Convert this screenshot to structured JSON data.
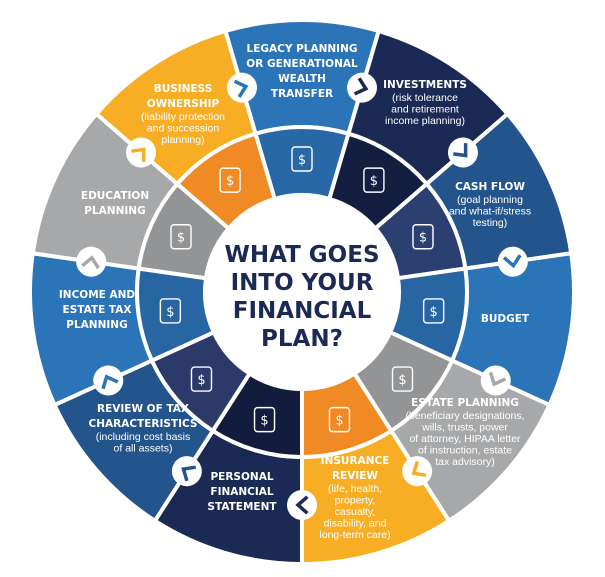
{
  "center_title": [
    "WHAT GOES",
    "INTO YOUR",
    "FINANCIAL",
    "PLAN?"
  ],
  "colors": {
    "blue": "#2b74b8",
    "navy": "#1b2a55",
    "mid_blue": "#24548c",
    "gray": "#a7a8aa",
    "yellow": "#f7ae24",
    "orange": "#f08a24",
    "center_text": "#1b2a55"
  },
  "segments": [
    {
      "id": "legacy",
      "title": [
        "LEGACY PLANNING",
        "OR GENERATIONAL",
        "WEALTH",
        "TRANSFER"
      ],
      "sub": [],
      "color": "#2b74b8",
      "inner": "#2868a6",
      "icon": "family-icon"
    },
    {
      "id": "investments",
      "title": [
        "INVESTMENTS"
      ],
      "sub": [
        "(risk tolerance",
        "and retirement",
        "income planning)"
      ],
      "color": "#1b2a55",
      "inner": "#141e40",
      "icon": "hand-dollar-icon"
    },
    {
      "id": "cash-flow",
      "title": [
        "CASH FLOW"
      ],
      "sub": [
        "(goal planning",
        "and what-if/stress",
        "testing)"
      ],
      "color": "#24548c",
      "inner": "#2b3f70",
      "icon": "cash-icon"
    },
    {
      "id": "budget",
      "title": [
        "BUDGET"
      ],
      "sub": [],
      "color": "#2b74b8",
      "inner": "#2866a3",
      "icon": "money-bag-icon"
    },
    {
      "id": "estate-planning",
      "title": [
        "ESTATE PLANNING"
      ],
      "sub": [
        "(beneficiary designations,",
        "wills, trusts, power",
        "of attorney, HIPAA letter",
        "of instruction, estate",
        "tax advisory)"
      ],
      "color": "#a7a8aa",
      "inner": "#939496",
      "icon": "house-dollar-icon"
    },
    {
      "id": "insurance-review",
      "title": [
        "INSURANCE",
        "REVIEW"
      ],
      "sub": [
        "(life, health,",
        "property,",
        "casualty,",
        "disability, and",
        "long-term care)"
      ],
      "color": "#f7ae24",
      "inner": "#f08a24",
      "icon": "umbrella-icon"
    },
    {
      "id": "personal-financial-statement",
      "title": [
        "PERSONAL",
        "FINANCIAL",
        "STATEMENT"
      ],
      "sub": [],
      "color": "#1b2a55",
      "inner": "#141c3e",
      "icon": "statement-icon"
    },
    {
      "id": "review-of-tax",
      "title": [
        "REVIEW OF TAX",
        "CHARACTERISTICS"
      ],
      "sub": [
        "(including cost basis",
        "of all assets)"
      ],
      "color": "#24548c",
      "inner": "#2b3a68",
      "icon": "tax-document-icon"
    },
    {
      "id": "income-estate-tax",
      "title": [
        "INCOME AND",
        "ESTATE TAX",
        "PLANNING"
      ],
      "sub": [],
      "color": "#2b74b8",
      "inner": "#2866a3",
      "icon": "report-search-icon"
    },
    {
      "id": "education-planning",
      "title": [
        "EDUCATION",
        "PLANNING"
      ],
      "sub": [],
      "color": "#a7a8aa",
      "inner": "#939496",
      "icon": "graduation-cap-icon"
    },
    {
      "id": "business-ownership",
      "title": [
        "BUSINESS",
        "OWNERSHIP"
      ],
      "sub": [
        "(liability protection",
        "and succession",
        "planning)"
      ],
      "color": "#f7ae24",
      "inner": "#f08a24",
      "icon": "briefcase-icon"
    }
  ]
}
